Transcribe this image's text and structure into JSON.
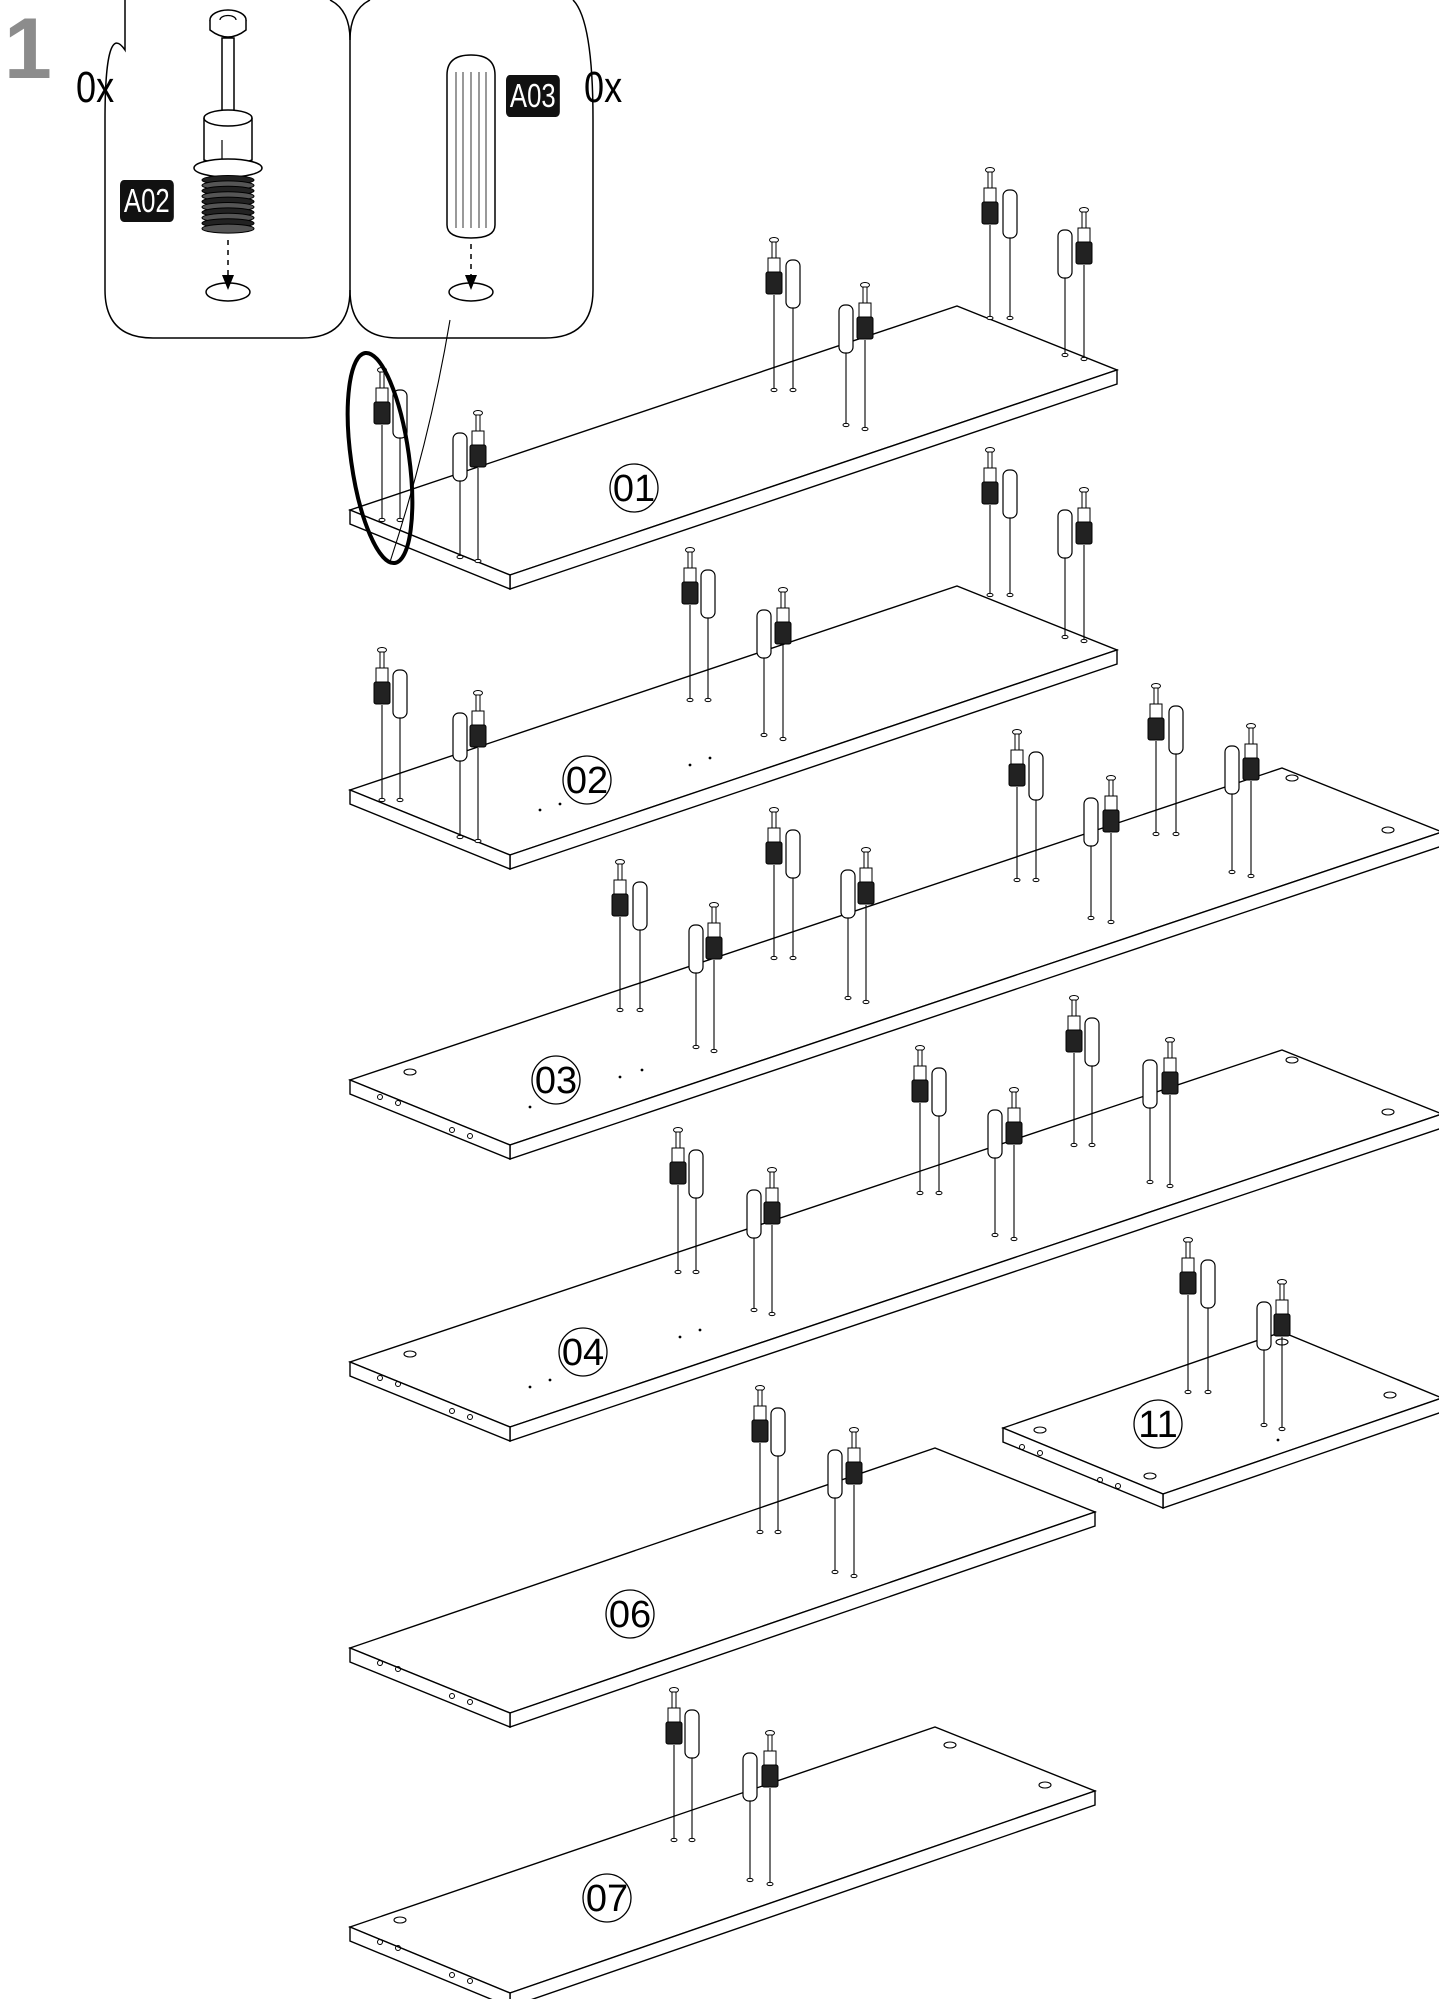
{
  "step": {
    "number": "1"
  },
  "hardware": [
    {
      "code": "A02",
      "quantity": "0x",
      "icon": "cam-bolt-icon"
    },
    {
      "code": "A03",
      "quantity": "0x",
      "icon": "wooden-dowel-icon"
    }
  ],
  "panels": [
    {
      "label": "01"
    },
    {
      "label": "02"
    },
    {
      "label": "03"
    },
    {
      "label": "04"
    },
    {
      "label": "11"
    },
    {
      "label": "06"
    },
    {
      "label": "07"
    }
  ],
  "colors": {
    "line": "#000000",
    "step_number": "#8c8c8c",
    "tag_bg": "#111111",
    "tag_text": "#ffffff"
  }
}
